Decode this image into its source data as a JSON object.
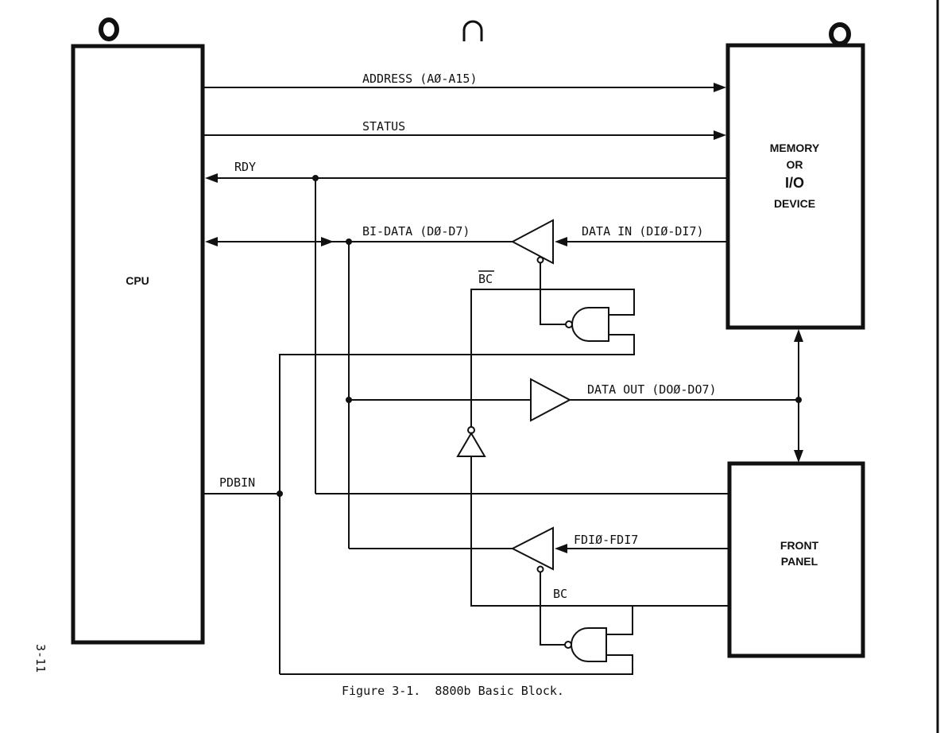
{
  "blocks": {
    "cpu": "CPU",
    "memory_line1": "MEMORY",
    "memory_line2": "OR",
    "memory_line3": "I/O",
    "memory_line4": "DEVICE",
    "front_line1": "FRONT",
    "front_line2": "PANEL"
  },
  "signals": {
    "address": "ADDRESS (AØ-A15)",
    "status": "STATUS",
    "rdy": "RDY",
    "bi_data": "BI-DATA (DØ-D7)",
    "data_in": "DATA IN (DIØ-DI7)",
    "bc_bar": "BC",
    "data_out": "DATA OUT (DOØ-DO7)",
    "pdbin": "PDBIN",
    "fdi": "FDIØ-FDI7",
    "bc": "BC"
  },
  "caption": "Figure 3-1.  8800b Basic Block.",
  "page_number": "3-11"
}
